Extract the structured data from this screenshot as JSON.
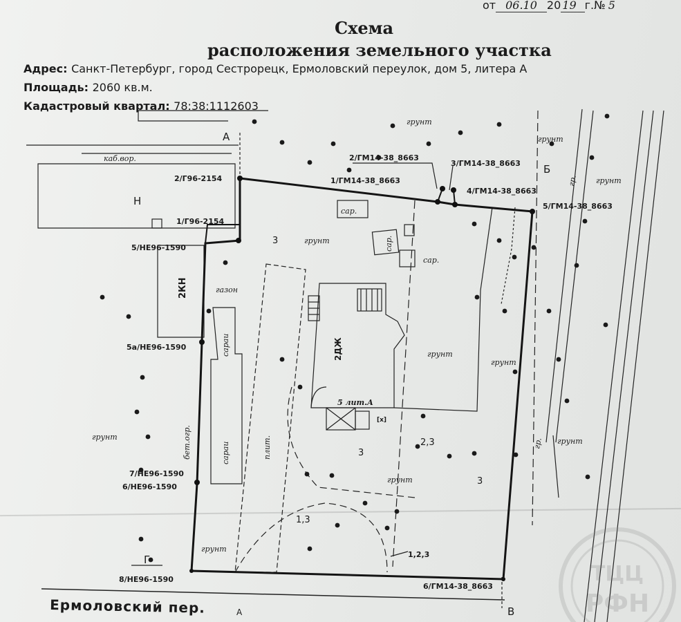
{
  "document": {
    "date_prefix": "от",
    "date_day_month": "06.10",
    "date_year_part": "20",
    "date_year_hand": "19",
    "date_suffix": "г.№",
    "doc_number_hand": "5",
    "title_line1": "Схема",
    "title_line2": "расположения земельного участка",
    "address_label": "Адрес:",
    "address_value": "Санкт-Петербург, город Сестрорецк, Ермоловский переулок, дом 5, литера А",
    "area_label": "Площадь:",
    "area_value": "2060 кв.м.",
    "cadastral_label": "Кадастровый квартал:",
    "cadastral_value": "78:38:1112603"
  },
  "map": {
    "section_letters": [
      "А",
      "Б",
      "В",
      "Г"
    ],
    "street_name": "Ермоловский пер.",
    "street_marker": "А",
    "points": [
      "2/Г96-2154",
      "1/Г96-2154",
      "5/НЕ96-1590",
      "5а/НЕ96-1590",
      "7/НЕ96-1590",
      "6/НЕ96-1590",
      "8/НЕ96-1590",
      "2/ГМ14-38_8663",
      "1/ГМ14-38_8663",
      "3/ГМ14-38_8663",
      "4/ГМ14-38_8663",
      "5/ГМ14-38_8663",
      "6/ГМ14-38_8663"
    ],
    "buildings": {
      "neighbor_h": "Н",
      "cable": "каб.вор.",
      "two_kn": "2КН",
      "main_house": "2ДЖ",
      "house_number": "5 лит.А",
      "shed": "сар.",
      "barn": "сараи",
      "lawn": "газон",
      "fence": "бет.огр.",
      "paved": "плит.",
      "small_box": "[х]"
    },
    "soil_label": "грунт",
    "zone_numbers": [
      "3",
      "3",
      "2,3",
      "3",
      "1,3",
      "1,2,3"
    ],
    "road_side_labels": [
      "гр.",
      "гр."
    ]
  },
  "watermark": {
    "text_top": "ТЦЦ",
    "text_bottom": "РФН"
  }
}
